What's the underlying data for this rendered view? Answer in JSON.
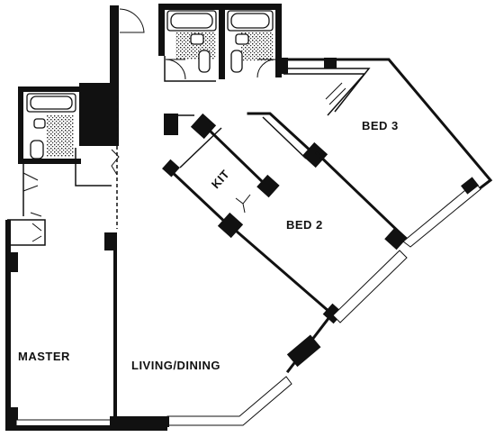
{
  "floorplan": {
    "rooms": {
      "bed3": "BED 3",
      "bed2": "BED 2",
      "kit": "KIT",
      "master": "MASTER",
      "living": "LIVING/DINING"
    }
  }
}
